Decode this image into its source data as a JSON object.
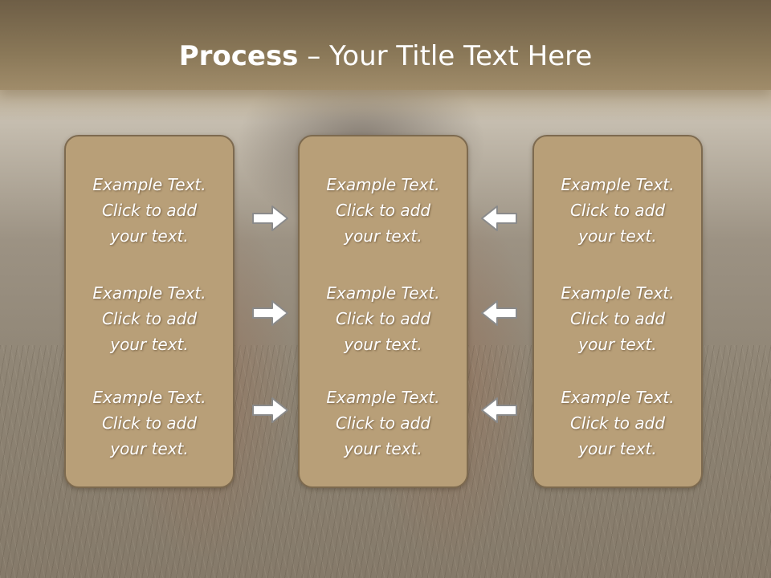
{
  "slide": {
    "title_bold": "Process",
    "title_rest": " – Your Title Text Here",
    "accent_color": "#b89f78",
    "title_band_color": "#8a7858"
  },
  "columns": [
    {
      "items": [
        {
          "line1": "Example Text.",
          "line2": "Click  to add",
          "line3": "your text."
        },
        {
          "line1": "Example Text.",
          "line2": "Click  to add",
          "line3": "your text."
        },
        {
          "line1": "Example Text.",
          "line2": "Click  to add",
          "line3": "your text."
        }
      ]
    },
    {
      "items": [
        {
          "line1": "Example Text.",
          "line2": "Click  to add",
          "line3": "your text."
        },
        {
          "line1": "Example Text.",
          "line2": "Click  to add",
          "line3": "your text."
        },
        {
          "line1": "Example Text.",
          "line2": "Click  to add",
          "line3": "your text."
        }
      ]
    },
    {
      "items": [
        {
          "line1": "Example Text.",
          "line2": "Click  to add",
          "line3": "your text."
        },
        {
          "line1": "Example Text.",
          "line2": "Click  to add",
          "line3": "your text."
        },
        {
          "line1": "Example Text.",
          "line2": "Click  to add",
          "line3": "your text."
        }
      ]
    }
  ],
  "arrows": {
    "left_group": {
      "direction": "right",
      "icon": "arrow-right-icon"
    },
    "right_group": {
      "direction": "left",
      "icon": "arrow-left-icon"
    }
  }
}
